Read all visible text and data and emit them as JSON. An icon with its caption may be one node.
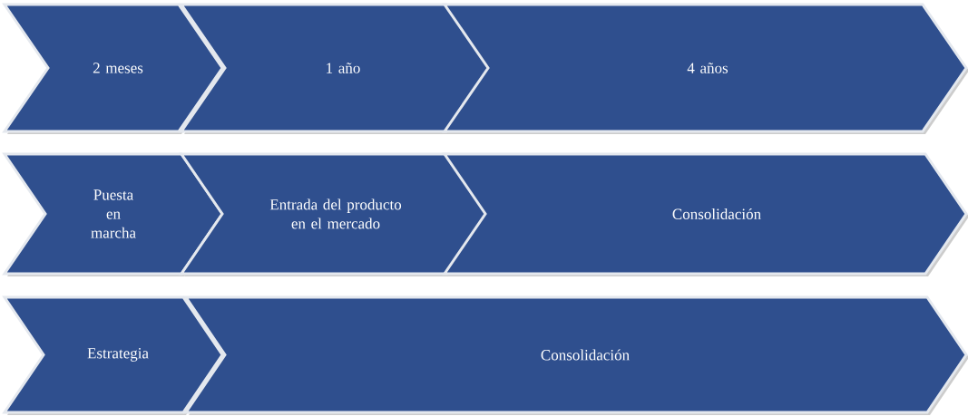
{
  "diagram": {
    "nodes": [
      {
        "text": [
          "2 meses"
        ]
      },
      {
        "text": [
          "1 año"
        ]
      },
      {
        "text": [
          "4 años"
        ]
      },
      {
        "text": [
          "Puesta en marcha"
        ]
      },
      {
        "text": [
          "Entrada del producto en el mercado"
        ]
      },
      {
        "text": [
          "Consolidación"
        ]
      },
      {
        "text": [
          "Estrategia"
        ]
      },
      {
        "text": [
          "Consolidación"
        ]
      }
    ]
  }
}
